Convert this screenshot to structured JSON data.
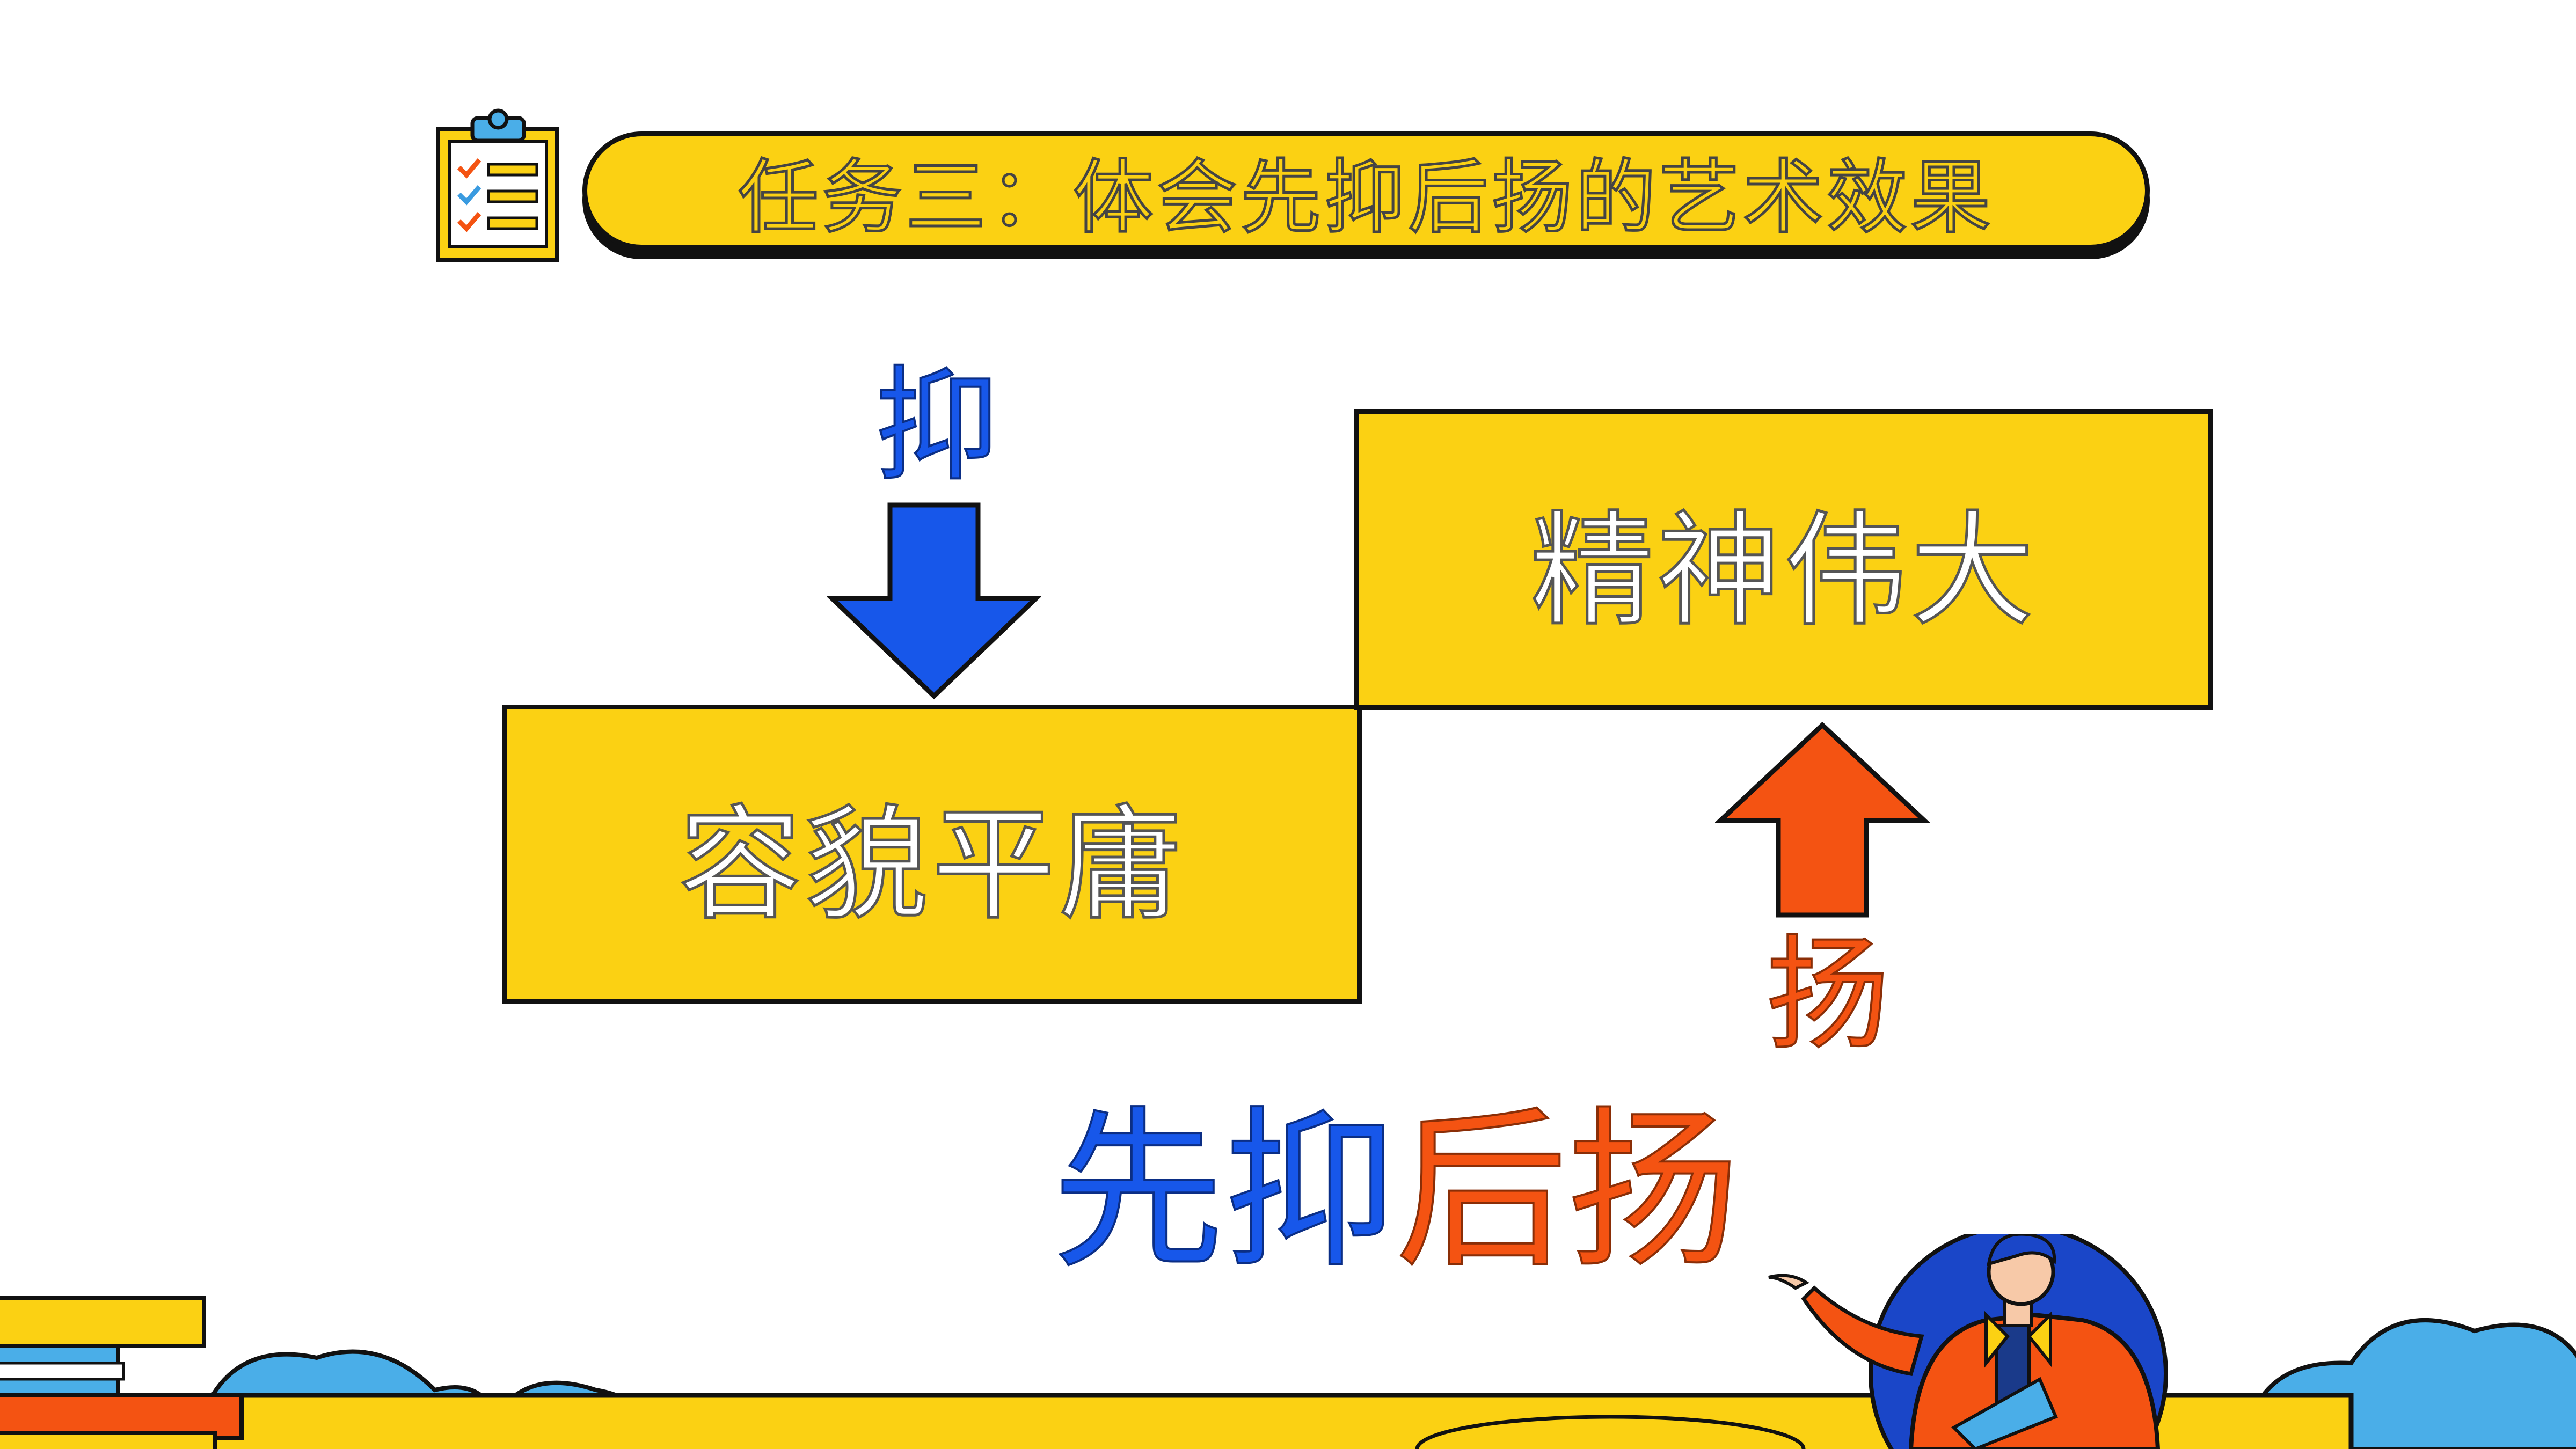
{
  "title": "任务三：体会先抑后扬的艺术效果",
  "diagram": {
    "low_box": "容貌平庸",
    "high_box": "精神伟大",
    "down_label": "抑",
    "up_label": "扬"
  },
  "summary": {
    "part1": "先抑",
    "part2": "后扬"
  },
  "colors": {
    "accent_yellow": "#fbd113",
    "blue": "#1757ea",
    "orange": "#f45312",
    "outline": "#111111"
  },
  "icons": [
    "checklist-clipboard-icon",
    "down-arrow-icon",
    "up-arrow-icon",
    "teacher-illustration",
    "books-illustration",
    "cloud-decoration"
  ]
}
